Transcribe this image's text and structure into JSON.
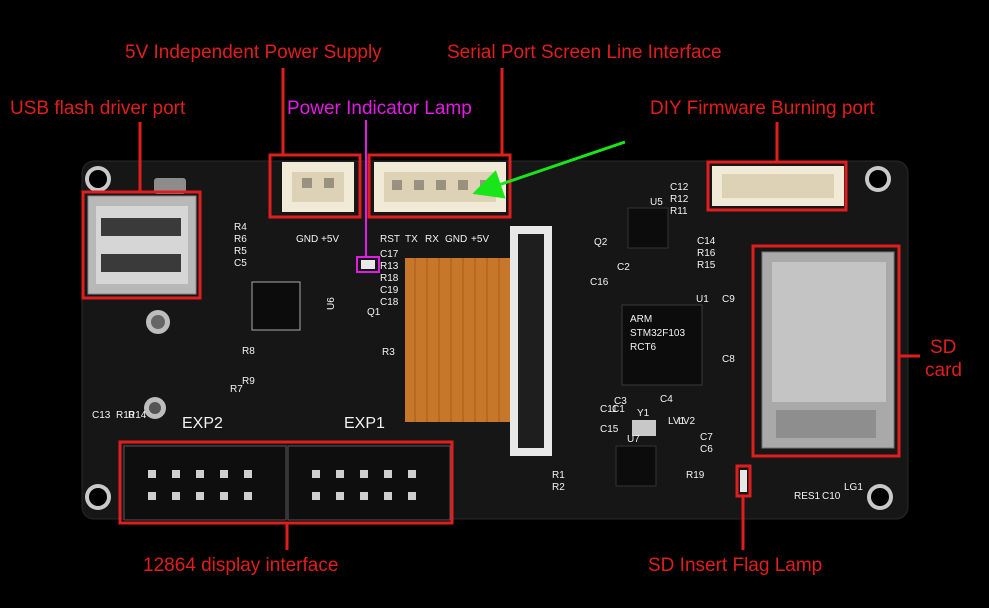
{
  "colors": {
    "callout_red": "#e01e1e",
    "callout_magenta": "#e21ce4",
    "arrow_green": "#19e619",
    "board": "#161616",
    "background": "#000000"
  },
  "callouts": {
    "power_supply": "5V Independent Power Supply",
    "serial_port": "Serial Port Screen Line Interface",
    "usb_port": "USB flash driver port",
    "power_lamp": "Power Indicator Lamp",
    "firmware_port": "DIY Firmware Burning port",
    "sd_card_line1": "SD",
    "sd_card_line2": "card",
    "display_interface": "12864 display interface",
    "sd_flag_lamp": "SD Insert Flag Lamp"
  },
  "silkscreen": {
    "power_pins": "GND +5V",
    "serial_pins": [
      "RST",
      "TX",
      "RX",
      "GND",
      "+5V"
    ],
    "exp2": "EXP2",
    "exp1": "EXP1",
    "res1": "RES1",
    "lg1": "LG1",
    "u1": "U1",
    "u5": "U5",
    "u6": "U6",
    "u7": "U7",
    "y1": "Y1",
    "q1": "Q1",
    "q2": "Q2",
    "resistors_left": [
      "R4",
      "R6",
      "R5",
      "C5"
    ],
    "caps_mid": [
      "C17",
      "R13",
      "R18",
      "C19",
      "C18"
    ],
    "top_right": [
      "C12",
      "R12",
      "R11"
    ],
    "right_stack": [
      "C14",
      "R16",
      "R15"
    ],
    "mcu_marking": [
      "ARM",
      "STM32F103",
      "RCT6"
    ],
    "misc": [
      "R3",
      "R7",
      "R8",
      "R9",
      "R10",
      "R14",
      "C13",
      "C16",
      "C2",
      "C9",
      "C8",
      "C11",
      "C1",
      "C3",
      "C4",
      "C15",
      "C7",
      "C6",
      "LV1",
      "LV2",
      "R1",
      "R2",
      "R19",
      "C10"
    ]
  }
}
